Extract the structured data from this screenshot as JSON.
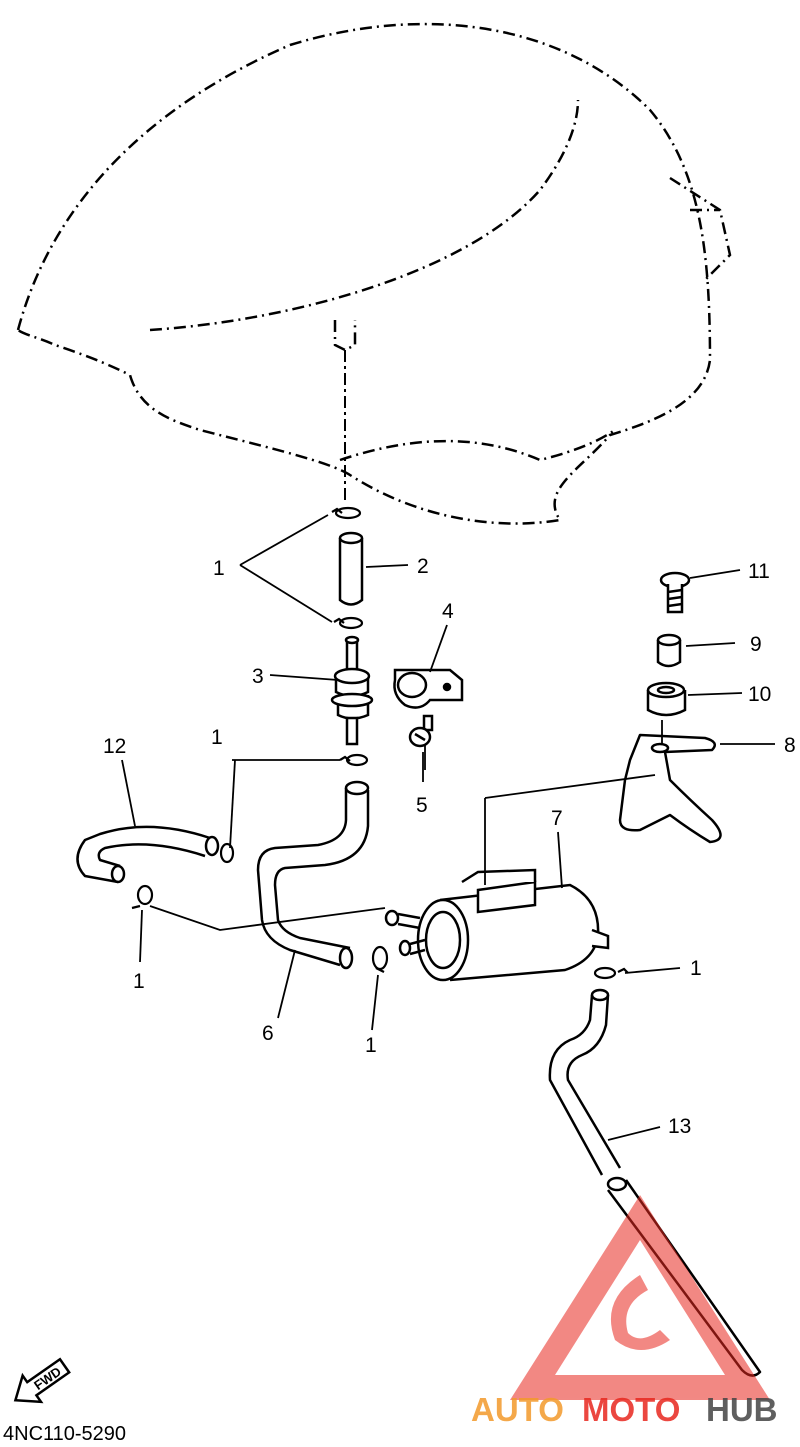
{
  "callouts": {
    "c1_top": "1",
    "c2": "2",
    "c3": "3",
    "c4": "4",
    "c5": "5",
    "c1_mid": "1",
    "c12": "12",
    "c1_left": "1",
    "c6": "6",
    "c1_bottom": "1",
    "c7": "7",
    "c8": "8",
    "c9": "9",
    "c10": "10",
    "c11": "11",
    "c1_right": "1",
    "c13": "13"
  },
  "fwd_arrow_label": "FWD",
  "diagram_code": "4NC110-5290",
  "watermark": {
    "part_auto": "AUTO",
    "part_moto": "MOTO",
    "part_hub": "HUB",
    "color_red": "#e8281f",
    "color_orange": "#f39a2b",
    "color_gray": "#444444"
  },
  "colors": {
    "line": "#000000",
    "background": "#ffffff"
  }
}
